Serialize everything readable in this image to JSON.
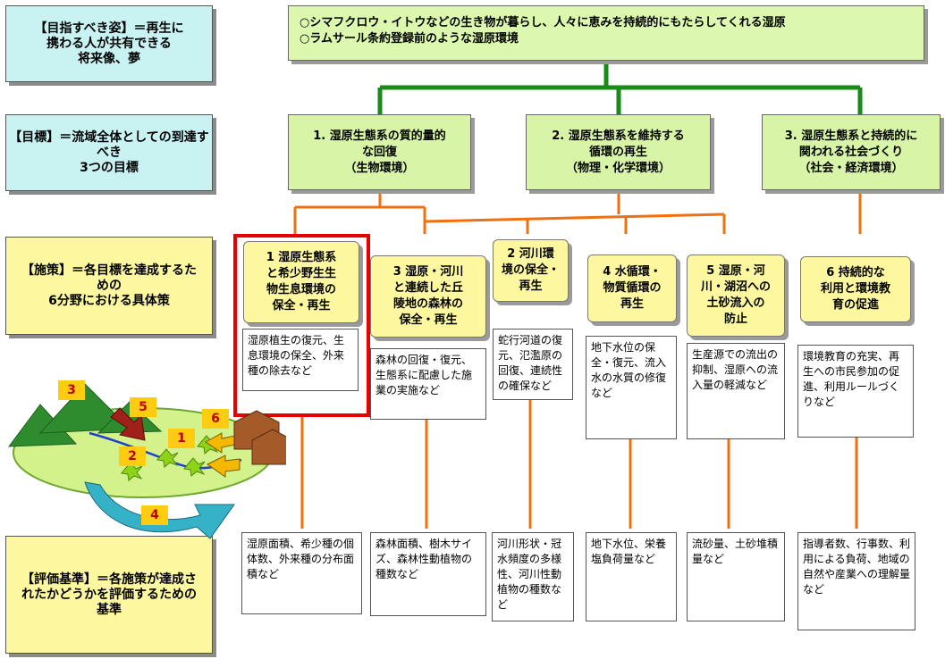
{
  "labels": {
    "vision": "【目指すべき姿】＝再生に\n携わる人が共有できる\n将来像、夢",
    "goals": "【目標】＝流域全体としての到達すべき\n3つの目標",
    "measures": "【施策】＝各目標を達成するための\n6分野における具体策",
    "criteria": "【評価基準】＝各施策が達成されたかどうかを評価するための基準"
  },
  "vision_text": "○シマフクロウ・イトウなどの生き物が暮らし、人々に恵みを持続的にもたらしてくれる湿原\n○ラムサール条約登録前のような湿原環境",
  "goals": [
    "1. 湿原生態系の質的量的\nな回復\n（生物環境）",
    "2. 湿原生態系を維持する\n循環の再生\n（物理・化学環境）",
    "3. 湿原生態系と持続的に\n関われる社会づくり\n（社会・経済環境）"
  ],
  "measures": [
    {
      "title": "1 湿原生態系\nと希少野生生\n物生息環境の\n保全・再生",
      "desc": "湿原植生の復元、生息環境の保全、外来種の除去など",
      "criteria": "湿原面積、希少種の個体数、外来種の分布面積など"
    },
    {
      "title": "3 湿原・河川\nと連続した丘\n陵地の森林の\n保全・再生",
      "desc": "森林の回復・復元、生態系に配慮した施業の実施など",
      "criteria": "森林面積、樹木サイズ、森林性動植物の種数など"
    },
    {
      "title": "2 河川環\n境の保全・\n再生",
      "desc": "蛇行河道の復元、氾濫原の回復、連続性の確保など",
      "criteria": "河川形状・冠水頻度の多様性、河川性動植物の種数など"
    },
    {
      "title": "4 水循環・\n物質循環の\n再生",
      "desc": "地下水位の保全・復元、流入水の水質の修復など",
      "criteria": "地下水位、栄養塩負荷量など"
    },
    {
      "title": "5 湿原・河\n川・湖沼への\n土砂流入の\n防止",
      "desc": "生産源での流出の抑制、湿原への流入量の軽減など",
      "criteria": "流砂量、土砂堆積量など"
    },
    {
      "title": "6 持続的な\n利用と環境教\n育の促進",
      "desc": "環境教育の充実、再生への市民参加の促進、利用ルールづくりなど",
      "criteria": "指導者数、行事数、利用による負荷、地域の自然や産業への理解量など"
    }
  ],
  "illustration_numbers": [
    "3",
    "5",
    "6",
    "1",
    "2",
    "4"
  ],
  "colors": {
    "green_line": "#1a8a1a",
    "orange_line": "#f07010",
    "highlight": "#e80000"
  }
}
